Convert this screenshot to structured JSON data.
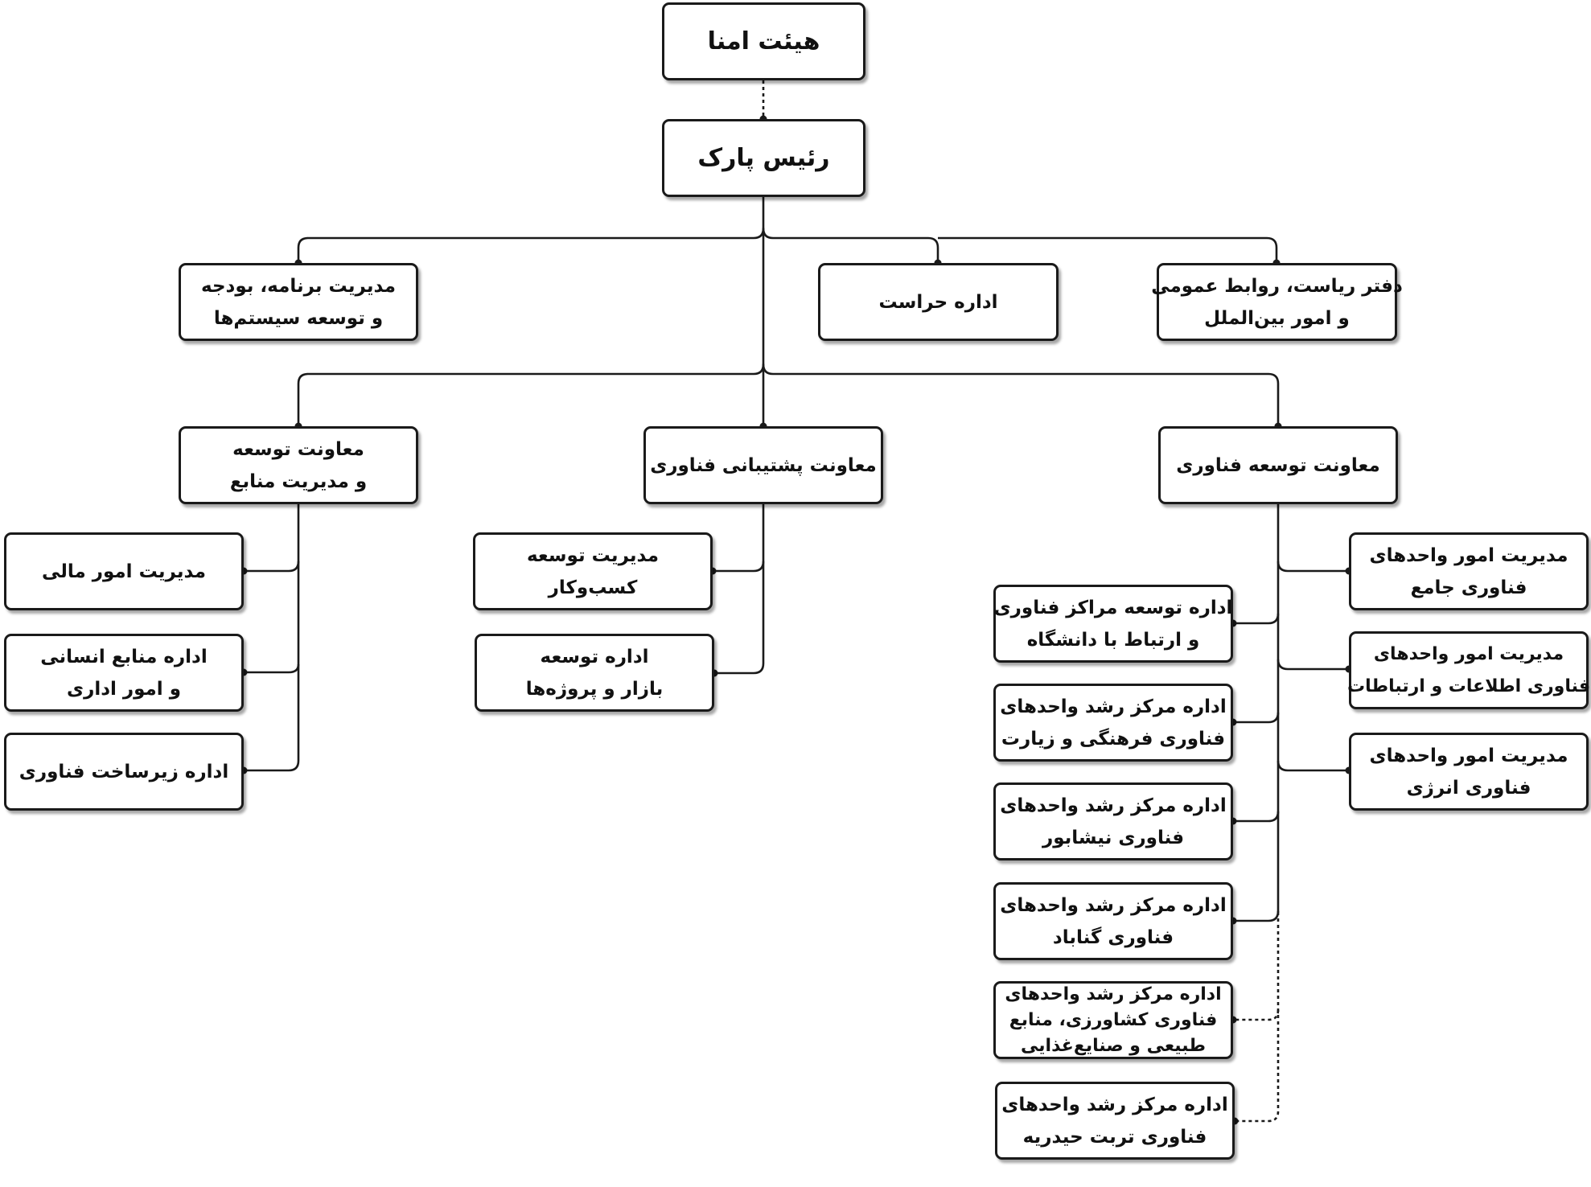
{
  "board": {
    "l1": "هیئت امنا"
  },
  "president": {
    "l1": "رئیس پارک"
  },
  "staff": {
    "programs": {
      "l1": "مدیریت برنامه، بودجه",
      "l2": "و توسعه سیستم‌ها"
    },
    "security": {
      "l1": "اداره حراست"
    },
    "office": {
      "l1": "دفتر ریاست، روابط عمومی",
      "l2": "و امور بین‌الملل"
    }
  },
  "deputies": {
    "resources": {
      "l1": "معاونت توسعه",
      "l2": "و مدیریت منابع",
      "units": [
        {
          "l1": "مدیریت امور مالی",
          "l2": ""
        },
        {
          "l1": "اداره منابع انسانی",
          "l2": "و امور اداری"
        },
        {
          "l1": "اداره زیرساخت فناوری",
          "l2": ""
        }
      ]
    },
    "support": {
      "l1": "معاونت پشتیبانی فناوری",
      "units": [
        {
          "l1": "مدیریت توسعه",
          "l2": "کسب‌وکار"
        },
        {
          "l1": "اداره توسعه",
          "l2": "بازار و پروژه‌ها"
        }
      ]
    },
    "development": {
      "l1": "معاونت توسعه فناوری",
      "units_right": [
        {
          "l1": "مدیریت امور واحدهای",
          "l2": "فناوری جامع"
        },
        {
          "l1": "مدیریت امور واحدهای",
          "l2": "فناوری اطلاعات و ارتباطات"
        },
        {
          "l1": "مدیریت امور واحدهای",
          "l2": "فناوری انرژی"
        }
      ],
      "units_left": [
        {
          "l1": "اداره توسعه مراکز فناوری",
          "l2": "و ارتباط با دانشگاه",
          "l3": ""
        },
        {
          "l1": "اداره مرکز رشد واحدهای",
          "l2": "فناوری فرهنگی و زیارت",
          "l3": ""
        },
        {
          "l1": "اداره مرکز رشد واحدهای",
          "l2": "فناوری نیشابور",
          "l3": ""
        },
        {
          "l1": "اداره مرکز رشد واحدهای",
          "l2": "فناوری گناباد",
          "l3": ""
        },
        {
          "l1": "اداره مرکز رشد واحدهای",
          "l2": "فناوری کشاورزی، منابع",
          "l3": "طبیعی و صنایع‌غذایی"
        },
        {
          "l1": "اداره مرکز رشد واحدهای",
          "l2": "فناوری تربت حیدریه",
          "l3": ""
        }
      ]
    }
  },
  "style": {
    "line_color": "#1a1a1a",
    "box_border": "#1a1a1a",
    "text_color": "#111111"
  }
}
